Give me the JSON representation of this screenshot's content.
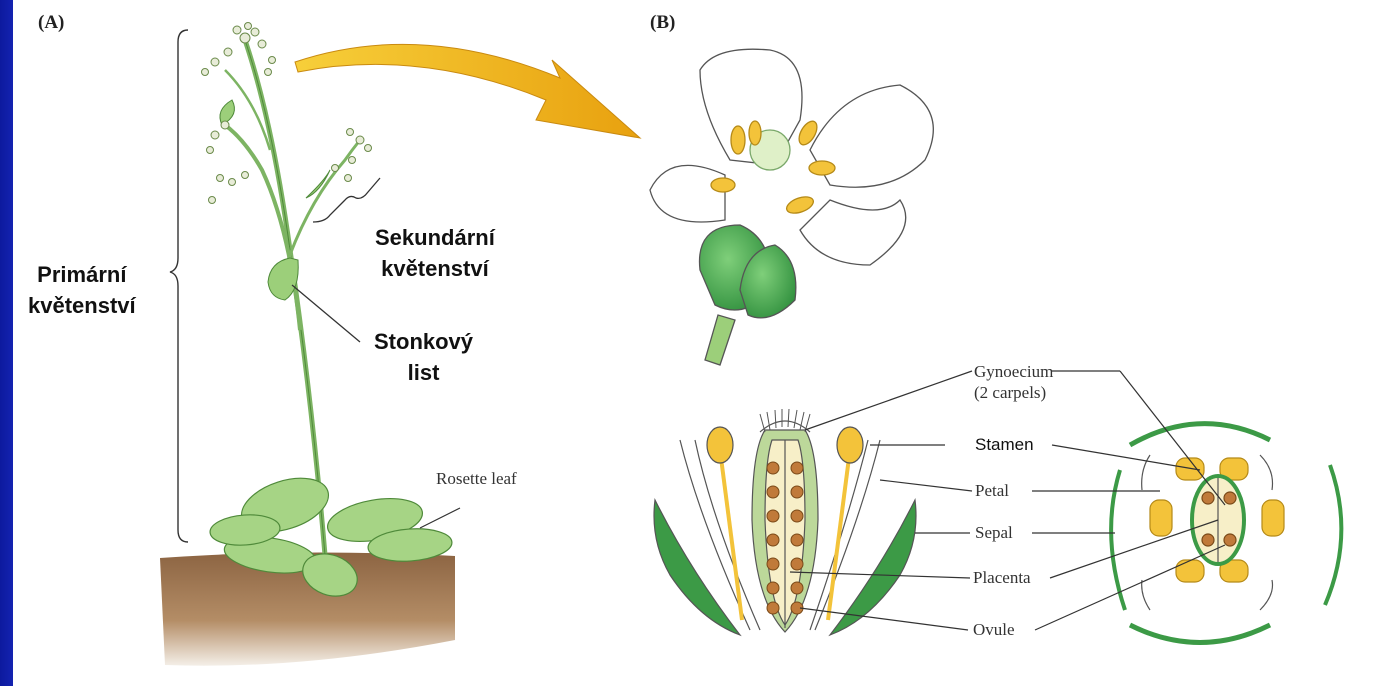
{
  "panels": {
    "a": "(A)",
    "b": "(B)"
  },
  "labels": {
    "primary_line1": "Primární",
    "primary_line2": "květenství",
    "secondary_line1": "Sekundární",
    "secondary_line2": "květenství",
    "stem_leaf_line1": "Stonkový",
    "stem_leaf_line2": "list",
    "rosette_leaf": "Rosette leaf",
    "gynoecium_line1": "Gynoecium",
    "gynoecium_line2": "(2 carpels)",
    "stamen": "Stamen",
    "petal": "Petal",
    "sepal": "Sepal",
    "placenta": "Placenta",
    "ovule": "Ovule"
  },
  "colors": {
    "background_border": "#2236d8",
    "leaf_green": "#9ccf7a",
    "sepal_green": "#3c9a46",
    "anther_yellow": "#f3c33a",
    "ovule_brown": "#c07a3a",
    "soil_brown": "#a07850",
    "arrow_yellow": "#f4b51c"
  }
}
